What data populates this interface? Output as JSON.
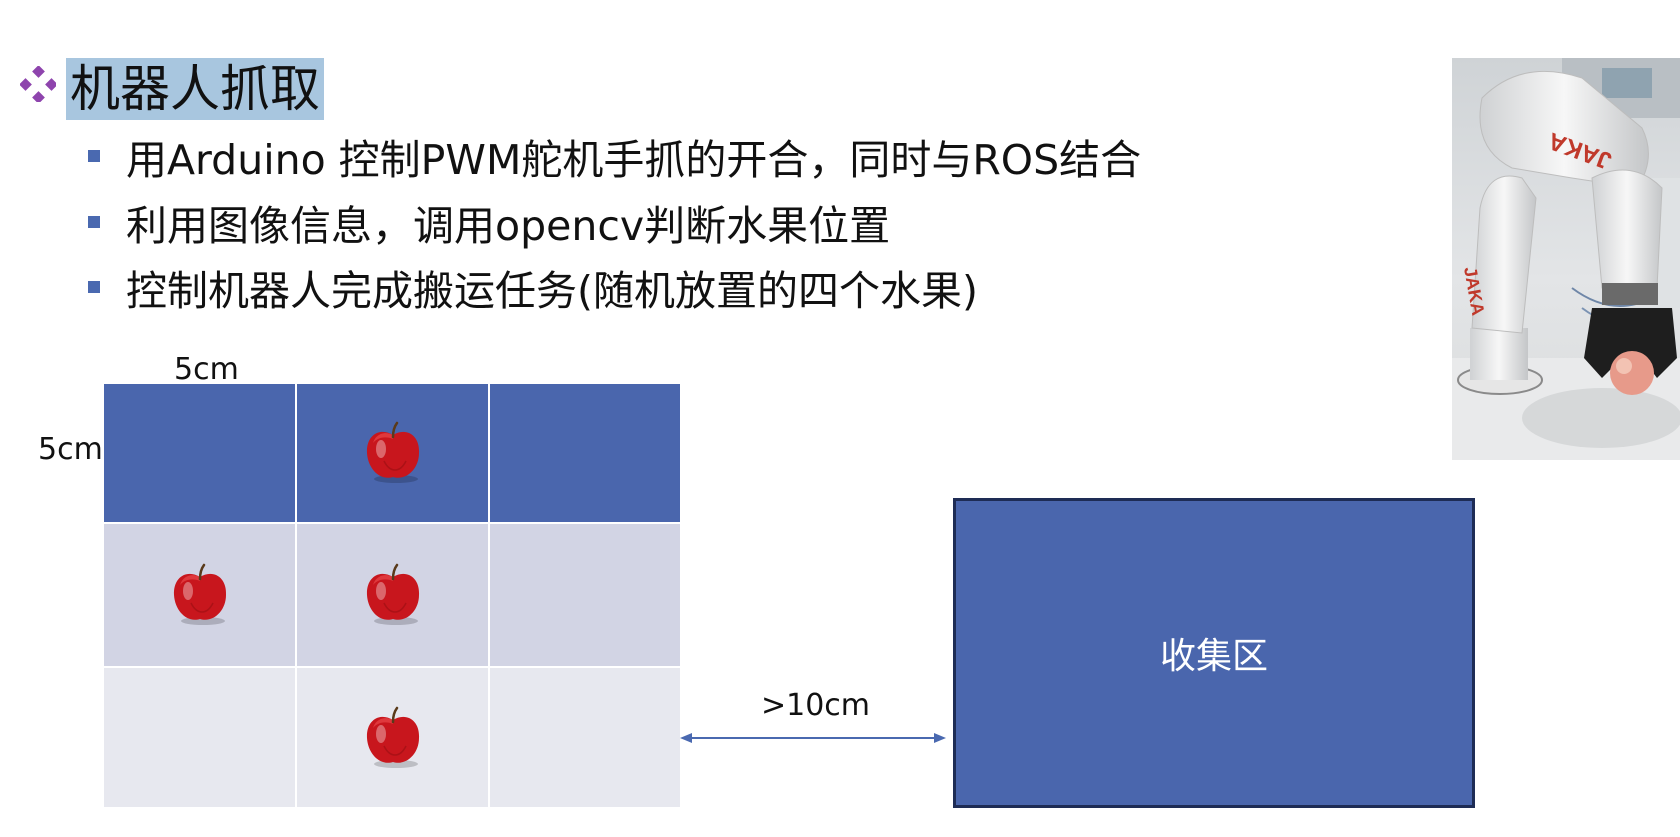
{
  "title": "机器人抓取",
  "bullets": [
    "用Arduino 控制PWM舵机手抓的开合，同时与ROS结合",
    "利用图像信息，调用opencv判断水果位置",
    "控制机器人完成搬运任务(随机放置的四个水果)"
  ],
  "diagram": {
    "dim_top": "5cm",
    "dim_left": "5cm",
    "distance_label": ">10cm",
    "collection_zone_label": "收集区",
    "apple_cells": [
      [
        0,
        1
      ],
      [
        1,
        0
      ],
      [
        1,
        1
      ],
      [
        2,
        1
      ]
    ]
  },
  "photo": {
    "robot_brand": "JAKA"
  },
  "colors": {
    "title_highlight": "#a8c6df",
    "bullet": "#4a69b0",
    "grid_row_1": "#4a66ad",
    "grid_row_2": "#d2d4e4",
    "grid_row_3": "#e7e8ef",
    "collection_zone": "#4a66ad",
    "diamond": "#8e44ad"
  }
}
